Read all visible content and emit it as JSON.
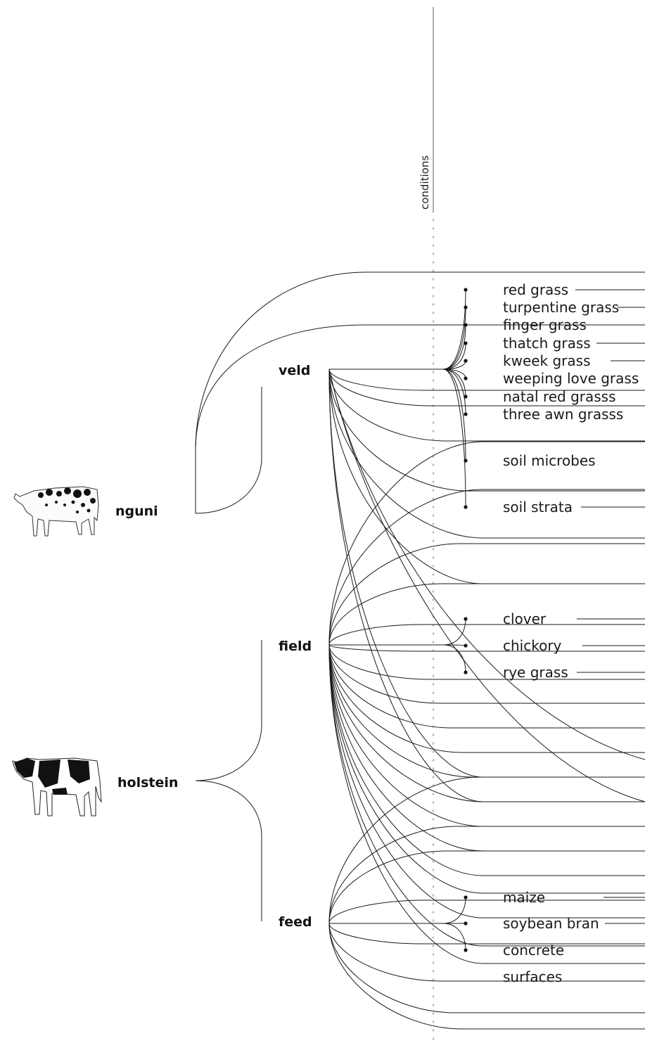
{
  "axis_label": "conditions",
  "cows": [
    {
      "name": "nguni",
      "icon": "spotted-cow-icon"
    },
    {
      "name": "holstein",
      "icon": "black-white-cow-icon"
    }
  ],
  "sources": [
    {
      "name": "veld"
    },
    {
      "name": "field"
    },
    {
      "name": "feed"
    }
  ],
  "conditions": {
    "veld": [
      "red grass",
      "turpentine grass",
      "finger grass",
      "thatch grass",
      "kweek grass",
      "weeping love grass",
      "natal red grasss",
      "three awn grasss",
      "soil microbes",
      "soil strata"
    ],
    "field": [
      "clover",
      "chickory",
      "rye grass"
    ],
    "feed": [
      "maize",
      "soybean bran",
      "concrete",
      "surfaces"
    ]
  },
  "colors": {
    "line": "#1a1a1a",
    "axis": "#777777",
    "background": "#ffffff"
  }
}
